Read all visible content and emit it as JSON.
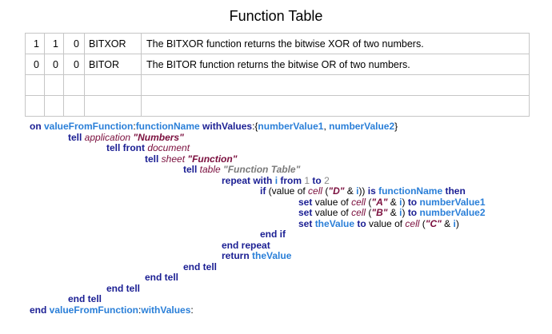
{
  "page": {
    "title": "Function Table"
  },
  "table": {
    "rows": [
      [
        "1",
        "1",
        "0",
        "BITXOR",
        "The BITXOR function returns the bitwise XOR of two numbers."
      ],
      [
        "0",
        "0",
        "0",
        "BITOR",
        "The BITOR function returns the bitwise OR of two numbers."
      ],
      [
        "",
        "",
        "",
        "",
        ""
      ],
      [
        "",
        "",
        "",
        "",
        ""
      ]
    ]
  },
  "script": {
    "lines": [
      {
        "indent": 0,
        "tokens": [
          [
            "kw",
            "on "
          ],
          [
            "hn",
            "valueFromFunction"
          ],
          [
            "op",
            ":"
          ],
          [
            "hn",
            "functionName"
          ],
          [
            "kw",
            " withValues"
          ],
          [
            "op",
            ":{"
          ],
          [
            "vr",
            "numberValue1"
          ],
          [
            "op",
            ", "
          ],
          [
            "vr",
            "numberValue2"
          ],
          [
            "op",
            "}"
          ]
        ]
      },
      {
        "indent": 1,
        "tokens": [
          [
            "kw",
            "tell "
          ],
          [
            "cl",
            "application "
          ],
          [
            "st",
            "\"Numbers\""
          ]
        ]
      },
      {
        "indent": 2,
        "tokens": [
          [
            "kw",
            "tell front "
          ],
          [
            "cl",
            "document"
          ]
        ]
      },
      {
        "indent": 3,
        "tokens": [
          [
            "kw",
            "tell "
          ],
          [
            "cl",
            "sheet "
          ],
          [
            "st",
            "\"Function\""
          ]
        ]
      },
      {
        "indent": 4,
        "tokens": [
          [
            "kw",
            "tell "
          ],
          [
            "cl",
            "table "
          ],
          [
            "gy",
            "\"Function Table\""
          ]
        ]
      },
      {
        "indent": 5,
        "tokens": [
          [
            "kw",
            "repeat with "
          ],
          [
            "vr",
            "i"
          ],
          [
            "kw",
            " from "
          ],
          [
            "lit",
            "1"
          ],
          [
            "kw",
            " to "
          ],
          [
            "lit",
            "2"
          ]
        ]
      },
      {
        "indent": 6,
        "tokens": [
          [
            "kw",
            "if "
          ],
          [
            "op",
            "(value of "
          ],
          [
            "cl",
            "cell "
          ],
          [
            "op",
            "("
          ],
          [
            "st",
            "\"D\""
          ],
          [
            "op",
            " & "
          ],
          [
            "vr",
            "i"
          ],
          [
            "op",
            ")) "
          ],
          [
            "kw",
            "is "
          ],
          [
            "vr",
            "functionName"
          ],
          [
            "kw",
            " then"
          ]
        ]
      },
      {
        "indent": 7,
        "tokens": [
          [
            "kw",
            "set "
          ],
          [
            "op",
            "value of "
          ],
          [
            "cl",
            "cell "
          ],
          [
            "op",
            "("
          ],
          [
            "st",
            "\"A\""
          ],
          [
            "op",
            " & "
          ],
          [
            "vr",
            "i"
          ],
          [
            "op",
            ") "
          ],
          [
            "kw",
            "to "
          ],
          [
            "vr",
            "numberValue1"
          ]
        ]
      },
      {
        "indent": 7,
        "tokens": [
          [
            "kw",
            "set "
          ],
          [
            "op",
            "value of "
          ],
          [
            "cl",
            "cell "
          ],
          [
            "op",
            "("
          ],
          [
            "st",
            "\"B\""
          ],
          [
            "op",
            " & "
          ],
          [
            "vr",
            "i"
          ],
          [
            "op",
            ") "
          ],
          [
            "kw",
            "to "
          ],
          [
            "vr",
            "numberValue2"
          ]
        ]
      },
      {
        "indent": 7,
        "tokens": [
          [
            "kw",
            "set "
          ],
          [
            "vr",
            "theValue"
          ],
          [
            "kw",
            " to "
          ],
          [
            "op",
            "value of "
          ],
          [
            "cl",
            "cell "
          ],
          [
            "op",
            "("
          ],
          [
            "st",
            "\"C\""
          ],
          [
            "op",
            " & "
          ],
          [
            "vr",
            "i"
          ],
          [
            "op",
            ")"
          ]
        ]
      },
      {
        "indent": 6,
        "tokens": [
          [
            "kw",
            "end if"
          ]
        ]
      },
      {
        "indent": 5,
        "tokens": [
          [
            "kw",
            "end repeat"
          ]
        ]
      },
      {
        "indent": 5,
        "tokens": [
          [
            "kw",
            "return "
          ],
          [
            "vr",
            "theValue"
          ]
        ]
      },
      {
        "indent": 4,
        "tokens": [
          [
            "kw",
            "end tell"
          ]
        ]
      },
      {
        "indent": 3,
        "tokens": [
          [
            "kw",
            "end tell"
          ]
        ]
      },
      {
        "indent": 2,
        "tokens": [
          [
            "kw",
            "end tell"
          ]
        ]
      },
      {
        "indent": 1,
        "tokens": [
          [
            "kw",
            "end tell"
          ]
        ]
      },
      {
        "indent": 0,
        "tokens": [
          [
            "kw",
            "end "
          ],
          [
            "hn",
            "valueFromFunction"
          ],
          [
            "op",
            ":"
          ],
          [
            "hn",
            "withValues"
          ],
          [
            "op",
            ":"
          ]
        ]
      }
    ]
  },
  "colors": {
    "keyword": "#1a1e93",
    "handler": "#2a7fd8",
    "class": "#7a0e3d",
    "literal": "#8a8a8a",
    "grid_border": "#c6c6c6"
  }
}
